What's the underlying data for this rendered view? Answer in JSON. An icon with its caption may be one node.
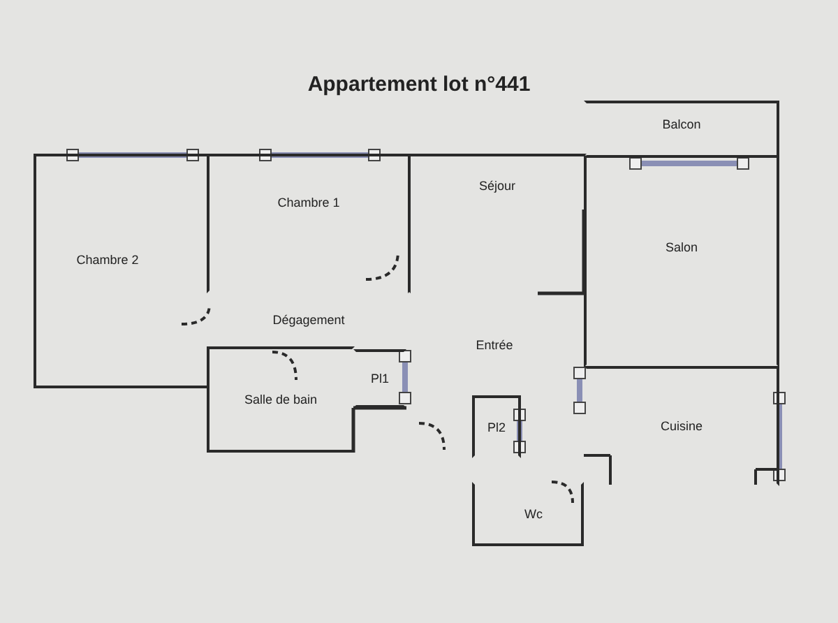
{
  "diagram": {
    "title": "Appartement lot n°441",
    "nodes": [
      {
        "text": [
          "Balcon"
        ]
      },
      {
        "text": [
          "Chambre 2"
        ]
      },
      {
        "text": [
          "Chambre 1"
        ]
      },
      {
        "text": [
          "Séjour"
        ]
      },
      {
        "text": [
          "Salon"
        ]
      },
      {
        "text": [
          "Dégagement"
        ]
      },
      {
        "text": [
          "Salle de bain"
        ]
      },
      {
        "text": [
          "Pl1"
        ]
      },
      {
        "text": [
          "Entrée"
        ]
      },
      {
        "text": [
          "Pl2"
        ]
      },
      {
        "text": [
          "Cuisine"
        ]
      },
      {
        "text": [
          "Wc"
        ]
      }
    ]
  }
}
